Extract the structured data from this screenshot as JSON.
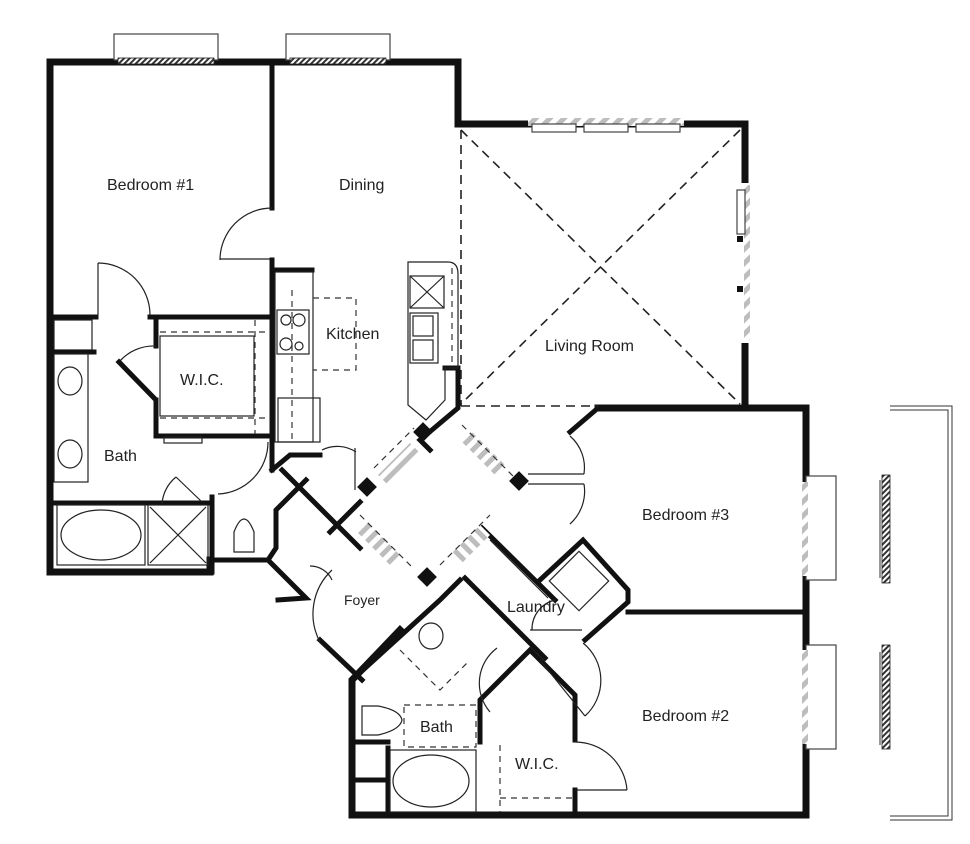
{
  "floorplan": {
    "rooms": [
      {
        "id": "bedroom-1",
        "label": "Bedroom #1"
      },
      {
        "id": "dining",
        "label": "Dining"
      },
      {
        "id": "living-room",
        "label": "Living Room"
      },
      {
        "id": "kitchen",
        "label": "Kitchen"
      },
      {
        "id": "wic-1",
        "label": "W.I.C."
      },
      {
        "id": "bath-1",
        "label": "Bath"
      },
      {
        "id": "foyer",
        "label": "Foyer"
      },
      {
        "id": "laundry",
        "label": "Laundry"
      },
      {
        "id": "bedroom-3",
        "label": "Bedroom #3"
      },
      {
        "id": "bedroom-2",
        "label": "Bedroom #2"
      },
      {
        "id": "bath-2",
        "label": "Bath"
      },
      {
        "id": "wic-2",
        "label": "W.I.C."
      }
    ],
    "colors": {
      "wall": "#111111",
      "background": "#ffffff",
      "hatch": "#bbbbbb"
    }
  }
}
